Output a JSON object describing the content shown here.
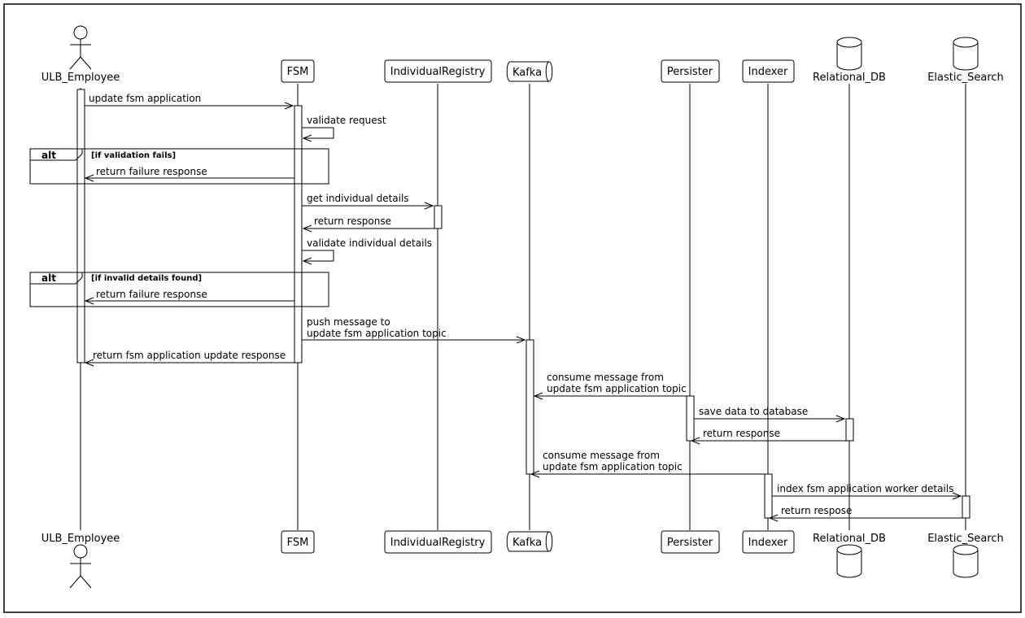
{
  "participants": [
    {
      "id": "emp",
      "label": "ULB_Employee",
      "type": "actor"
    },
    {
      "id": "fsm",
      "label": "FSM",
      "type": "participant"
    },
    {
      "id": "ir",
      "label": "IndividualRegistry",
      "type": "participant"
    },
    {
      "id": "kafka",
      "label": "Kafka",
      "type": "queue"
    },
    {
      "id": "persister",
      "label": "Persister",
      "type": "participant"
    },
    {
      "id": "indexer",
      "label": "Indexer",
      "type": "participant"
    },
    {
      "id": "rdb",
      "label": "Relational_DB",
      "type": "database"
    },
    {
      "id": "es",
      "label": "Elastic_Search",
      "type": "database"
    }
  ],
  "messages": [
    {
      "id": "m1",
      "from": "emp",
      "to": "fsm",
      "lines": [
        "update fsm application"
      ]
    },
    {
      "id": "m2",
      "from": "fsm",
      "to": "fsm",
      "lines": [
        "validate request"
      ]
    },
    {
      "id": "m3",
      "from": "fsm",
      "to": "emp",
      "lines": [
        "return failure response"
      ]
    },
    {
      "id": "m4",
      "from": "fsm",
      "to": "ir",
      "lines": [
        "get individual details"
      ]
    },
    {
      "id": "m5",
      "from": "ir",
      "to": "fsm",
      "lines": [
        "return response"
      ]
    },
    {
      "id": "m6",
      "from": "fsm",
      "to": "fsm",
      "lines": [
        "validate individual details"
      ]
    },
    {
      "id": "m7",
      "from": "fsm",
      "to": "emp",
      "lines": [
        "return failure response"
      ]
    },
    {
      "id": "m8",
      "from": "fsm",
      "to": "kafka",
      "lines": [
        "push message to",
        "update fsm application topic"
      ]
    },
    {
      "id": "m9",
      "from": "fsm",
      "to": "emp",
      "lines": [
        "return fsm application update response"
      ]
    },
    {
      "id": "m10",
      "from": "persister",
      "to": "kafka",
      "lines": [
        "consume message from",
        "update fsm application topic"
      ]
    },
    {
      "id": "m11",
      "from": "persister",
      "to": "rdb",
      "lines": [
        "save data to database"
      ]
    },
    {
      "id": "m12",
      "from": "rdb",
      "to": "persister",
      "lines": [
        "return response"
      ]
    },
    {
      "id": "m13",
      "from": "indexer",
      "to": "kafka",
      "lines": [
        "consume message from",
        "update fsm application topic"
      ]
    },
    {
      "id": "m14",
      "from": "indexer",
      "to": "es",
      "lines": [
        "index fsm application worker details"
      ]
    },
    {
      "id": "m15",
      "from": "es",
      "to": "indexer",
      "lines": [
        "return respose"
      ]
    }
  ],
  "fragments": [
    {
      "id": "alt1",
      "keyword": "alt",
      "condition": "[if validation fails]"
    },
    {
      "id": "alt2",
      "keyword": "alt",
      "condition": "[if invalid details found]"
    }
  ]
}
